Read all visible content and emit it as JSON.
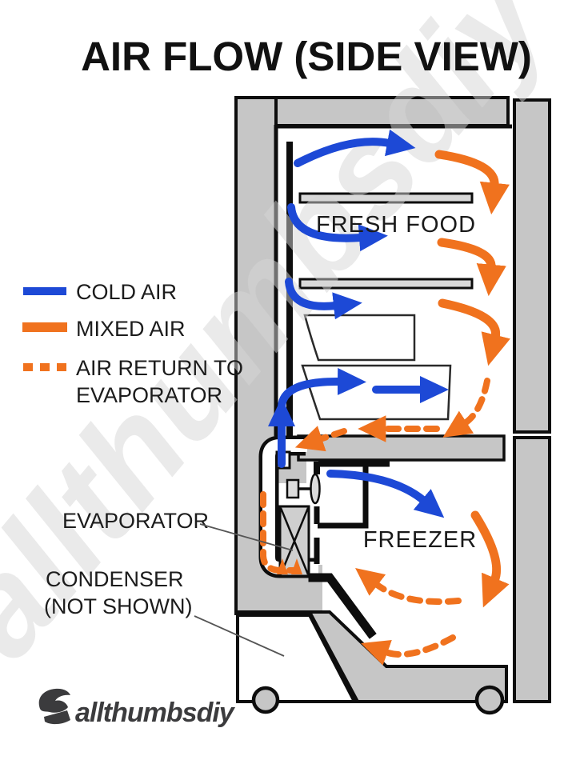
{
  "title": "AIR FLOW (SIDE VIEW)",
  "legend": {
    "items": [
      {
        "label": "COLD AIR",
        "style": "solid-line",
        "color": "#1d49d6"
      },
      {
        "label": "MIXED AIR",
        "style": "solid-line",
        "color": "#f0721e"
      },
      {
        "label": "AIR RETURN TO EVAPORATOR",
        "label_line1": "AIR RETURN TO",
        "label_line2": "EVAPORATOR",
        "style": "dashed-line",
        "color": "#f0721e"
      }
    ]
  },
  "diagram": {
    "fresh_food_label": "FRESH FOOD",
    "freezer_label": "FREEZER",
    "evaporator_label": "EVAPORATOR",
    "condenser_label_line1": "CONDENSER",
    "condenser_label_line2": "(NOT SHOWN)"
  },
  "watermark_text": "allthumbsdiy",
  "logo_text": "allthumbsdiy",
  "colors": {
    "cold_air": "#1d49d6",
    "mixed_air": "#f0721e",
    "cabinet_gray": "#c6c6c6",
    "outline": "#0d0d0d"
  }
}
